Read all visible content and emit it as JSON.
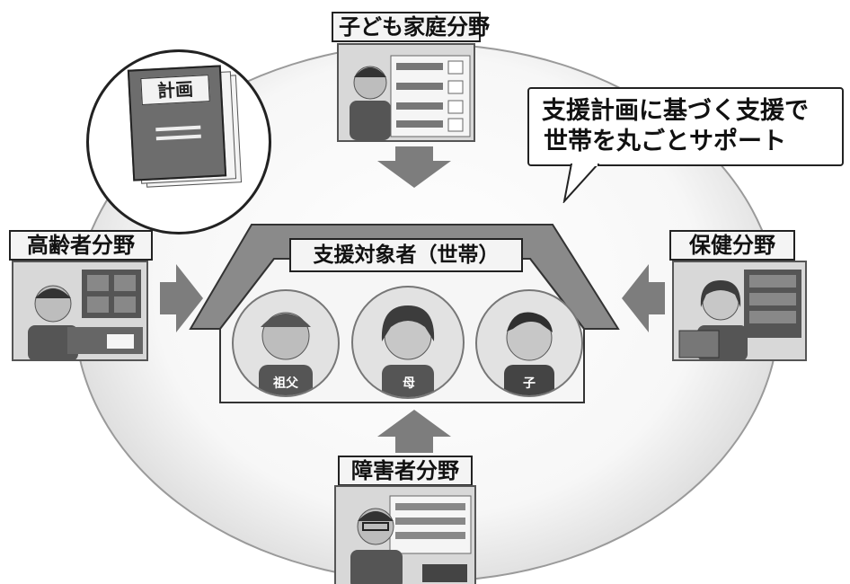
{
  "header": {
    "title": "子ども家庭分野"
  },
  "speech_bubble": {
    "line1": "支援計画に基づく支援で",
    "line2": "世帯を丸ごとサポート"
  },
  "plan_document": {
    "title": "計画"
  },
  "center": {
    "title": "支援対象者（世帯）",
    "members": [
      {
        "tag": "祖父"
      },
      {
        "tag": "母"
      },
      {
        "tag": "子"
      }
    ]
  },
  "sections": {
    "elderly": "高齢者分野",
    "health": "保健分野",
    "disability": "障害者分野"
  }
}
